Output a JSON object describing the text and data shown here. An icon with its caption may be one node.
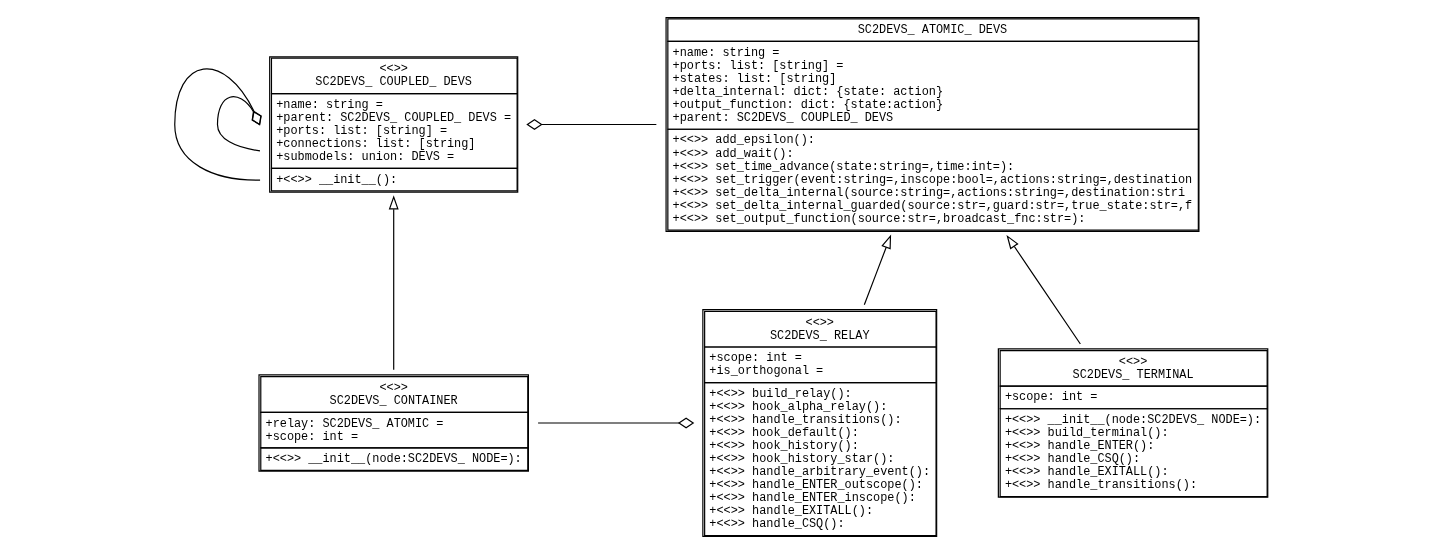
{
  "diagram": {
    "nodes": [
      {
        "text": [
          "<<>>",
          "SC2DEVS_ COUPLED_ DEVS",
          "+name: string =",
          "+parent: SC2DEVS_ COUPLED_ DEVS =",
          "+ports: list: [string] =",
          "+connections: list: [string]",
          "+submodels: union: DEVS =",
          "+<<>> __init__():"
        ]
      },
      {
        "text": [
          "SC2DEVS_ ATOMIC_ DEVS",
          "+name: string =",
          "+ports: list: [string] =",
          "+states: list: [string]",
          "+delta_internal: dict: {state: action}",
          "+output_function: dict: {state:action}",
          "+parent: SC2DEVS_ COUPLED_ DEVS",
          "+<<>> add_epsilon():",
          "+<<>> add_wait():",
          "+<<>> set_time_advance(state:string=,time:int=):",
          "+<<>> set_trigger(event:string=,inscope:bool=,actions:string=,destination",
          "+<<>> set_delta_internal(source:string=,actions:string=,destination:stri",
          "+<<>> set_delta_internal_guarded(source:str=,guard:str=,true_state:str=,f",
          "+<<>> set_output_function(source:str=,broadcast_fnc:str=):"
        ]
      },
      {
        "text": [
          "<<>>",
          "SC2DEVS_ CONTAINER",
          "+relay: SC2DEVS_ ATOMIC =",
          "+scope: int =",
          "+<<>> __init__(node:SC2DEVS_ NODE=):"
        ]
      },
      {
        "text": [
          "<<>>",
          "SC2DEVS_ RELAY",
          "+scope: int =",
          "+is_orthogonal =",
          "+<<>> build_relay():",
          "+<<>> hook_alpha_relay():",
          "+<<>> handle_transitions():",
          "+<<>> hook_default():",
          "+<<>> hook_history():",
          "+<<>> hook_history_star():",
          "+<<>> handle_arbitrary_event():",
          "+<<>> handle_ENTER_outscope():",
          "+<<>> handle_ENTER_inscope():",
          "+<<>> handle_EXITALL():",
          "+<<>> handle_CSQ():"
        ]
      },
      {
        "text": [
          "<<>>",
          "SC2DEVS_ TERMINAL",
          "+scope: int =",
          "+<<>> __init__(node:SC2DEVS_ NODE=):",
          "+<<>> build_terminal():",
          "+<<>> handle_ENTER():",
          "+<<>> handle_CSQ():",
          "+<<>> handle_EXITALL():",
          "+<<>> handle_transitions():"
        ]
      }
    ],
    "edges": [
      {
        "from": 0,
        "to": 0,
        "arrow": "other"
      },
      {
        "from": 0,
        "to": 0,
        "arrow": "other"
      },
      {
        "from": 1,
        "to": 0,
        "arrow": "other"
      },
      {
        "from": 2,
        "to": 0,
        "arrow": "to"
      },
      {
        "from": 2,
        "to": 3,
        "arrow": "other"
      },
      {
        "from": 3,
        "to": 1,
        "arrow": "to"
      },
      {
        "from": 4,
        "to": 1,
        "arrow": "to"
      }
    ]
  }
}
